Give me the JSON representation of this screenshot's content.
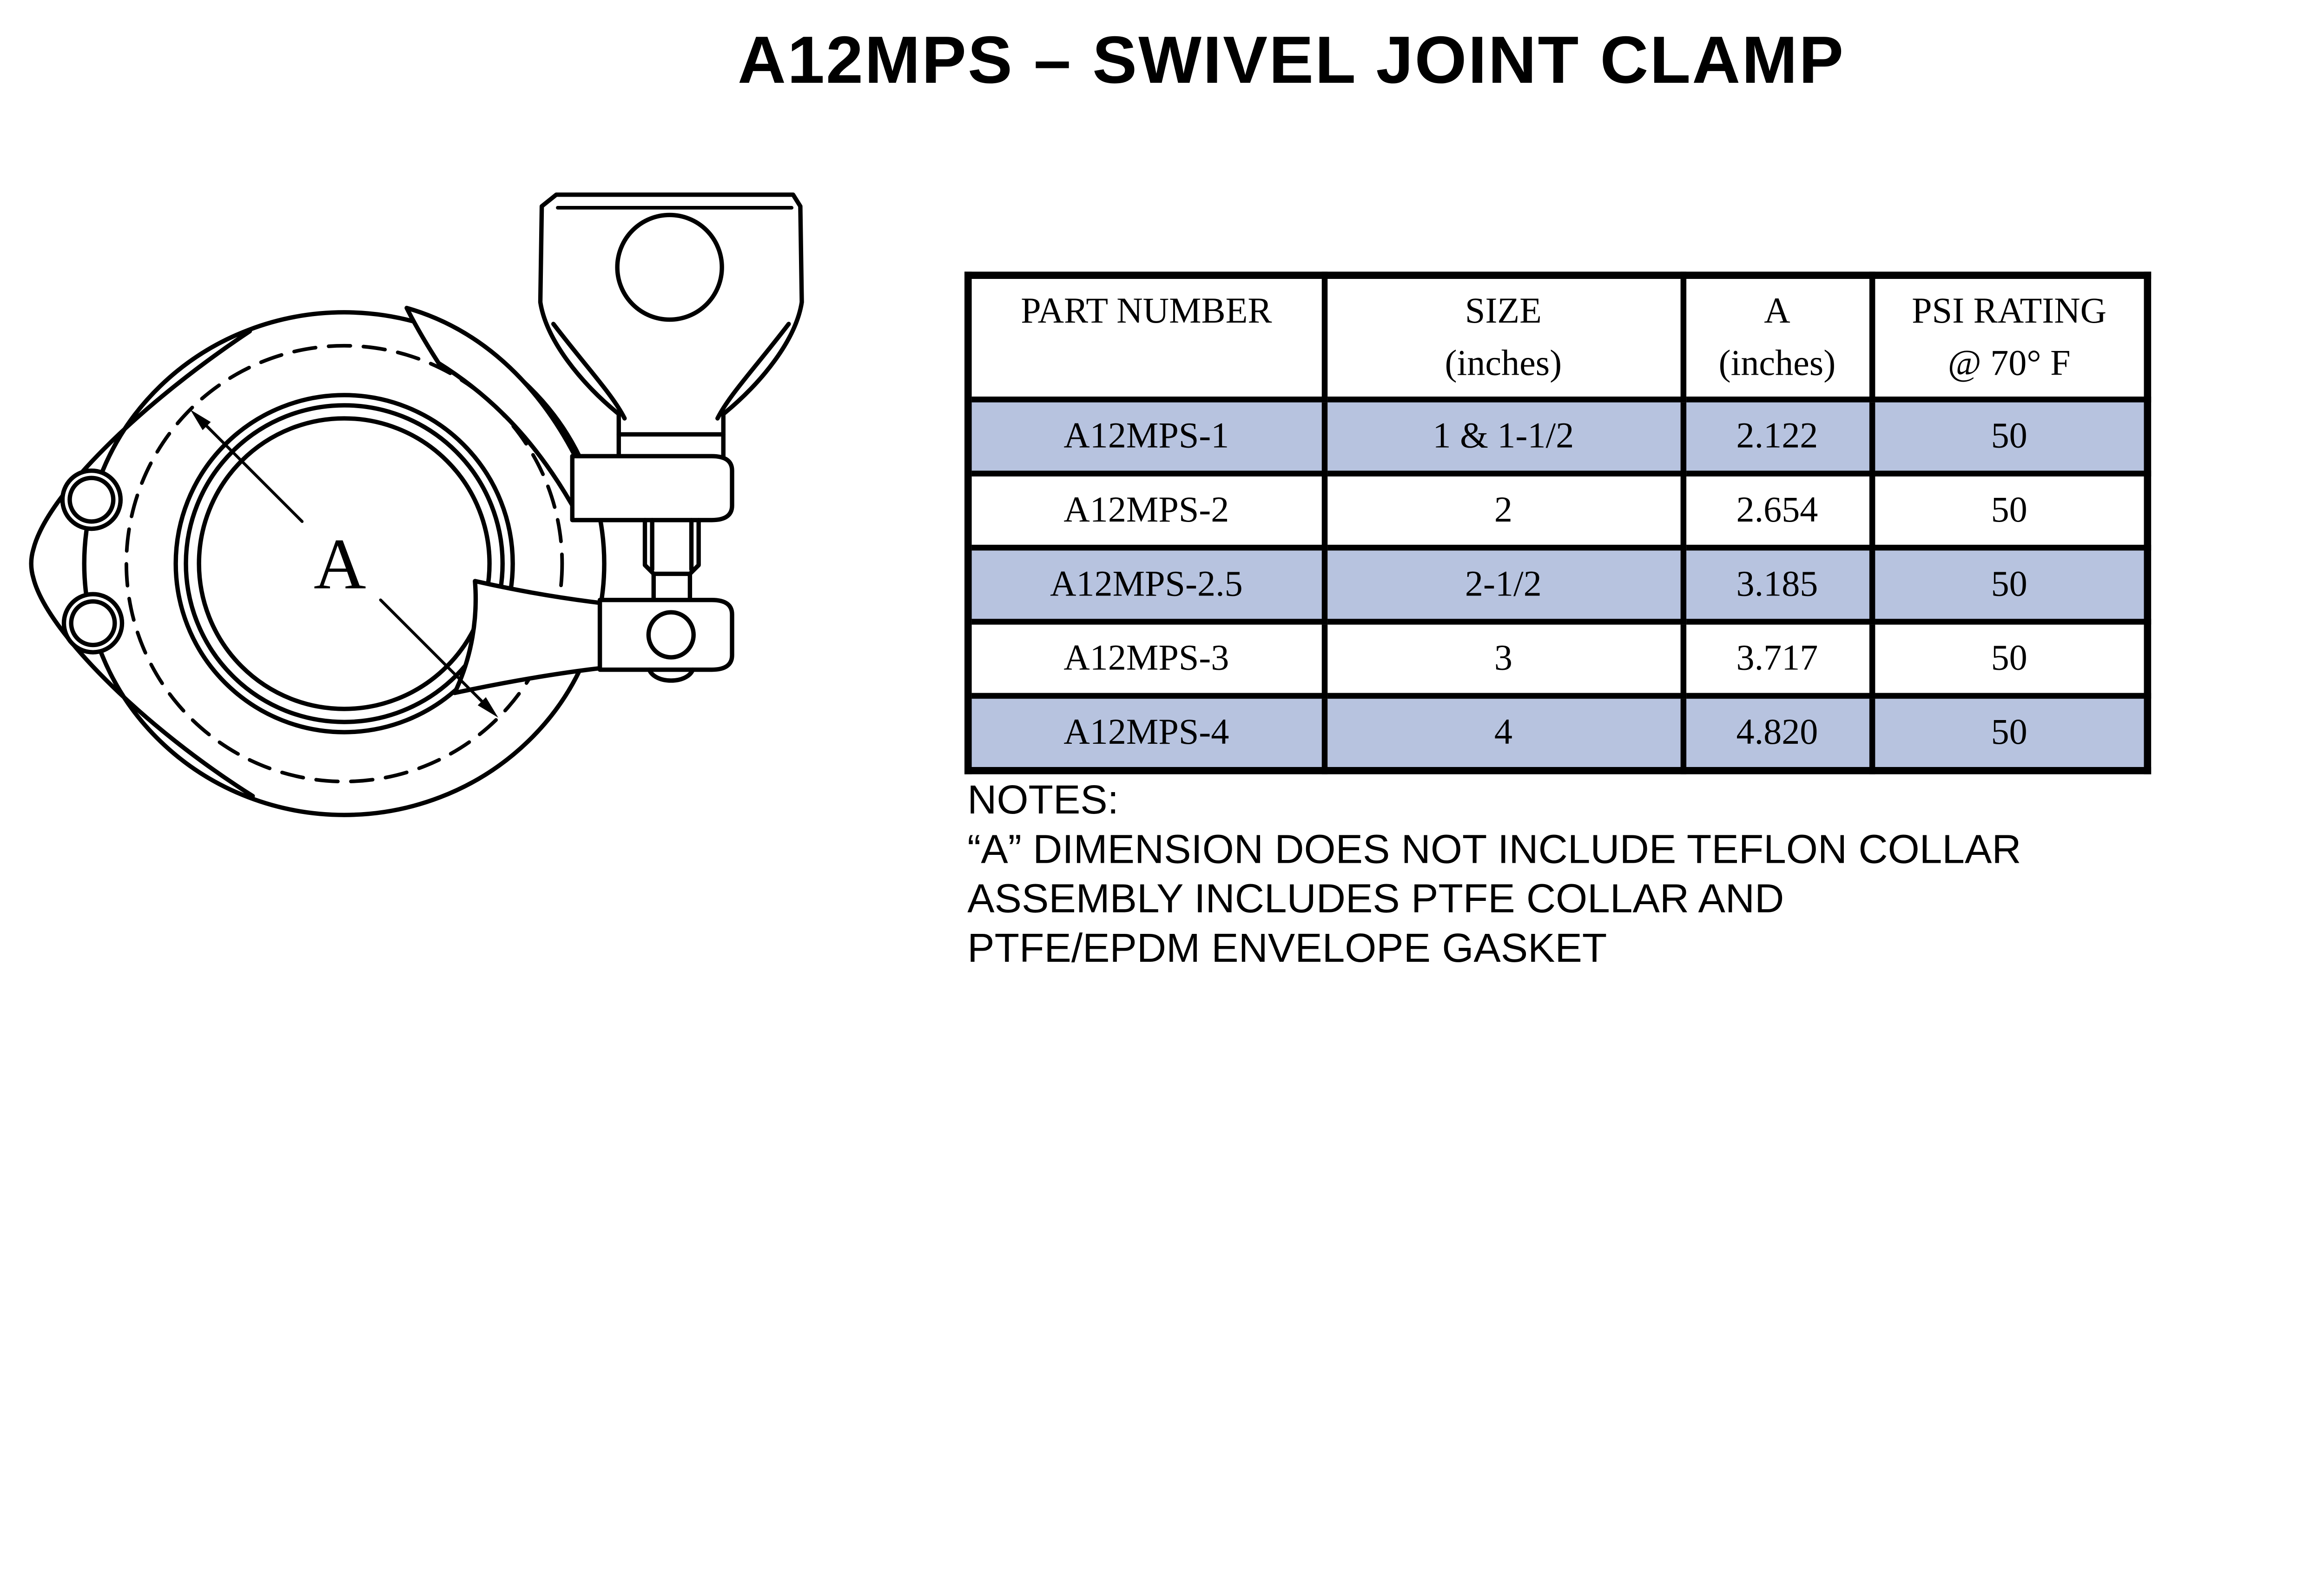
{
  "page": {
    "title": "A12MPS – SWIVEL JOINT CLAMP"
  },
  "drawing": {
    "dimension_label": "A"
  },
  "table": {
    "headers": [
      {
        "line1": "PART NUMBER",
        "line2": ""
      },
      {
        "line1": "SIZE",
        "line2": "(inches)"
      },
      {
        "line1": "A",
        "line2": "(inches)"
      },
      {
        "line1": "PSI RATING",
        "line2": "@ 70° F"
      }
    ],
    "rows": [
      {
        "part_number": "A12MPS-1",
        "size": "1 & 1-1/2",
        "a": "2.122",
        "psi": "50",
        "highlighted": true
      },
      {
        "part_number": "A12MPS-2",
        "size": "2",
        "a": "2.654",
        "psi": "50",
        "highlighted": false
      },
      {
        "part_number": "A12MPS-2.5",
        "size": "2-1/2",
        "a": "3.185",
        "psi": "50",
        "highlighted": true
      },
      {
        "part_number": "A12MPS-3",
        "size": "3",
        "a": "3.717",
        "psi": "50",
        "highlighted": false
      },
      {
        "part_number": "A12MPS-4",
        "size": "4",
        "a": "4.820",
        "psi": "50",
        "highlighted": true
      }
    ]
  },
  "notes": {
    "heading": "NOTES:",
    "lines": [
      "“A” DIMENSION DOES NOT INCLUDE TEFLON COLLAR",
      "ASSEMBLY INCLUDES PTFE COLLAR AND",
      "PTFE/EPDM ENVELOPE GASKET"
    ]
  },
  "colors": {
    "row_highlight": "#b7c3df",
    "table_border": "#000000",
    "line_color": "#000000",
    "background": "#ffffff"
  }
}
